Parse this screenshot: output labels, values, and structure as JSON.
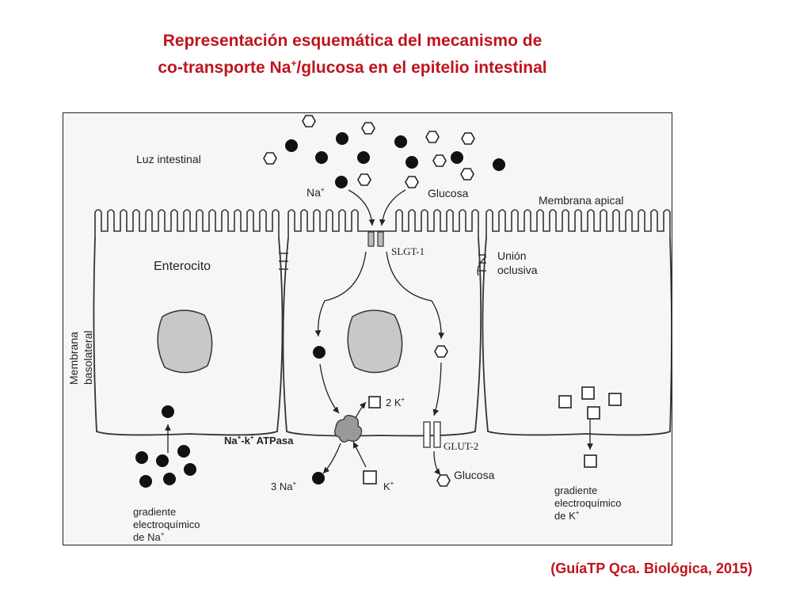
{
  "title": {
    "line1": "Representación esquemática del mecanismo de",
    "line2_pre": "co-transporte Na",
    "line2_sup": "+",
    "line2_post": "/glucosa en el epitelio intestinal"
  },
  "credit": "(GuíaTP Qca. Biológica, 2015)",
  "diagram": {
    "luz_intestinal": "Luz intestinal",
    "na": "Na",
    "na_sup": "+",
    "glucosa_top": "Glucosa",
    "membrana_apical": "Membrana apical",
    "slgt": "SLGT-1",
    "union_1": "Unión",
    "union_2": "oclusiva",
    "enterocito": "Enterocito",
    "membrana_baso_1": "Membrana",
    "membrana_baso_2": "basolateral",
    "two_k": "2 K",
    "k_sup": "+",
    "atpasa_pre": "Na",
    "atpasa_sup1": "+",
    "atpasa_mid": "-k",
    "atpasa_sup2": "+",
    "atpasa_post": " ATPasa",
    "glut": "GLUT-2",
    "three_na": "3 Na",
    "k_bottom": "K",
    "glucosa_bottom": "Glucosa",
    "grad_na_1": "gradiente",
    "grad_na_2": "electroquímico",
    "grad_na_3": "de Na",
    "grad_k_1": "gradiente",
    "grad_k_2": "electroquímico",
    "grad_k_3": "de K"
  }
}
